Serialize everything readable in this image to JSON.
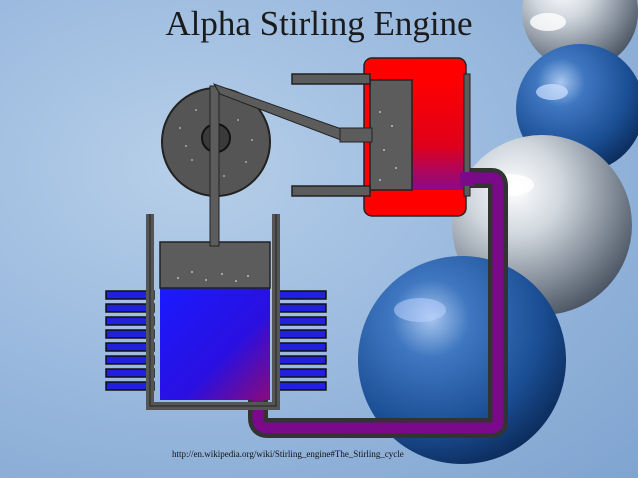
{
  "slide": {
    "title": "Alpha Stirling Engine",
    "source_link": "http://en.wikipedia.org/wiki/Stirling_engine#The_Stirling_cycle"
  },
  "colors": {
    "background": "#9cbbdf",
    "hot_piston": "#ff0000",
    "cold_gas": "#1f1fff",
    "transfer_tube": "#7a0a8a",
    "engine_metal": "#5c5c5c",
    "cooling_fins": "#2020dd"
  },
  "decoration": {
    "spheres": [
      "silver",
      "blue",
      "silver",
      "blue"
    ]
  }
}
